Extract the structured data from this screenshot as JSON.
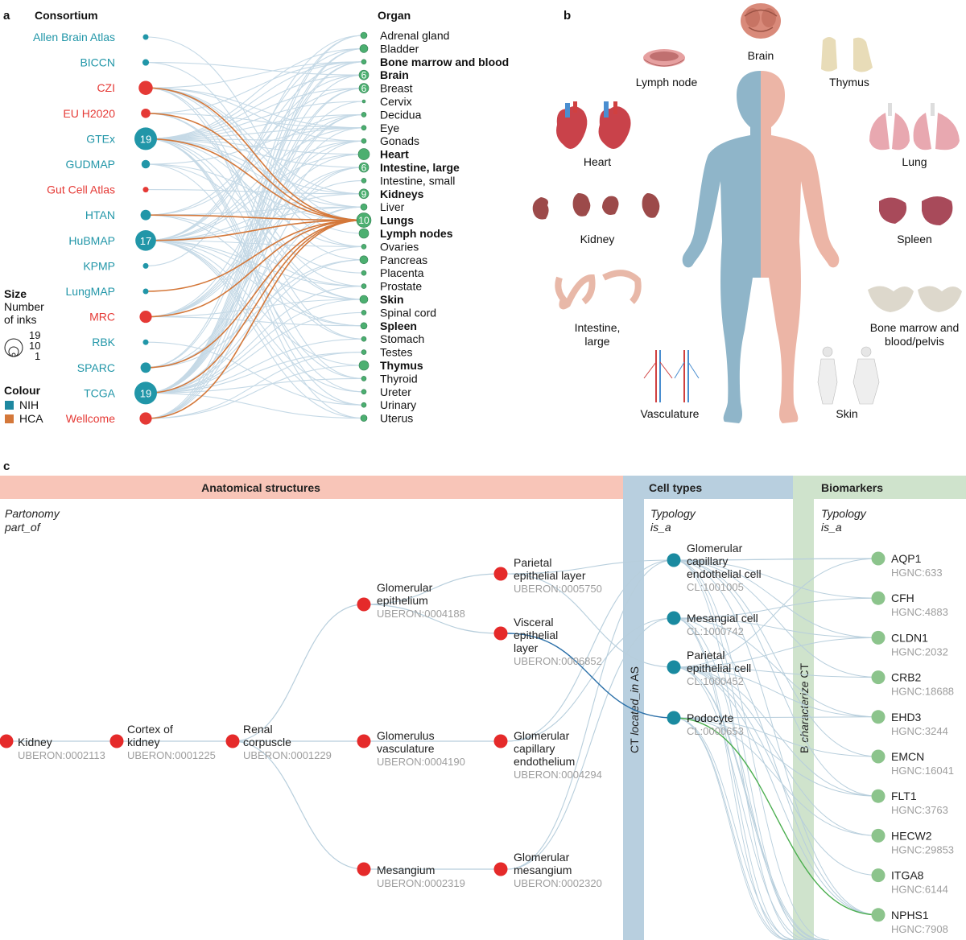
{
  "panel_labels": {
    "a": "a",
    "b": "b",
    "c": "c"
  },
  "panel_a": {
    "consortium_header": "Consortium",
    "organ_header": "Organ",
    "consortia": [
      {
        "name": "Allen Brain Atlas",
        "color": "#2196a8",
        "links": 1
      },
      {
        "name": "BICCN",
        "color": "#2196a8",
        "links": 2
      },
      {
        "name": "CZI",
        "color": "#e53935",
        "links": 10
      },
      {
        "name": "EU H2020",
        "color": "#e53935",
        "links": 5
      },
      {
        "name": "GTEx",
        "color": "#2196a8",
        "links": 19
      },
      {
        "name": "GUDMAP",
        "color": "#2196a8",
        "links": 4
      },
      {
        "name": "Gut Cell Atlas",
        "color": "#e53935",
        "links": 1
      },
      {
        "name": "HTAN",
        "color": "#2196a8",
        "links": 6
      },
      {
        "name": "HuBMAP",
        "color": "#2196a8",
        "links": 17
      },
      {
        "name": "KPMP",
        "color": "#2196a8",
        "links": 1
      },
      {
        "name": "LungMAP",
        "color": "#2196a8",
        "links": 1
      },
      {
        "name": "MRC",
        "color": "#e53935",
        "links": 8
      },
      {
        "name": "RBK",
        "color": "#2196a8",
        "links": 1
      },
      {
        "name": "SPARC",
        "color": "#2196a8",
        "links": 6
      },
      {
        "name": "TCGA",
        "color": "#2196a8",
        "links": 19
      },
      {
        "name": "Wellcome",
        "color": "#e53935",
        "links": 8
      }
    ],
    "consortium_node_labels": {
      "GTEx": "19",
      "HuBMAP": "17",
      "TCGA": "19"
    },
    "organs": [
      {
        "name": "Adrenal gland",
        "bold": false,
        "label": ""
      },
      {
        "name": "Bladder",
        "bold": false,
        "label": ""
      },
      {
        "name": "Bone marrow and blood",
        "bold": true,
        "label": ""
      },
      {
        "name": "Brain",
        "bold": true,
        "label": "6"
      },
      {
        "name": "Breast",
        "bold": false,
        "label": "6"
      },
      {
        "name": "Cervix",
        "bold": false,
        "label": ""
      },
      {
        "name": "Decidua",
        "bold": false,
        "label": ""
      },
      {
        "name": "Eye",
        "bold": false,
        "label": ""
      },
      {
        "name": "Gonads",
        "bold": false,
        "label": ""
      },
      {
        "name": "Heart",
        "bold": true,
        "label": ""
      },
      {
        "name": "Intestine, large",
        "bold": true,
        "label": "6"
      },
      {
        "name": "Intestine, small",
        "bold": false,
        "label": ""
      },
      {
        "name": "Kidneys",
        "bold": true,
        "label": "9"
      },
      {
        "name": "Liver",
        "bold": false,
        "label": ""
      },
      {
        "name": "Lungs",
        "bold": true,
        "label": "10"
      },
      {
        "name": "Lymph nodes",
        "bold": true,
        "label": ""
      },
      {
        "name": "Ovaries",
        "bold": false,
        "label": ""
      },
      {
        "name": "Pancreas",
        "bold": false,
        "label": ""
      },
      {
        "name": "Placenta",
        "bold": false,
        "label": ""
      },
      {
        "name": "Prostate",
        "bold": false,
        "label": ""
      },
      {
        "name": "Skin",
        "bold": true,
        "label": ""
      },
      {
        "name": "Spinal cord",
        "bold": false,
        "label": ""
      },
      {
        "name": "Spleen",
        "bold": true,
        "label": ""
      },
      {
        "name": "Stomach",
        "bold": false,
        "label": ""
      },
      {
        "name": "Testes",
        "bold": false,
        "label": ""
      },
      {
        "name": "Thymus",
        "bold": true,
        "label": ""
      },
      {
        "name": "Thyroid",
        "bold": false,
        "label": ""
      },
      {
        "name": "Ureter",
        "bold": false,
        "label": ""
      },
      {
        "name": "Urinary",
        "bold": false,
        "label": ""
      },
      {
        "name": "Uterus",
        "bold": false,
        "label": ""
      }
    ],
    "organ_sizes": [
      4,
      5,
      3,
      6,
      6,
      2,
      3,
      3,
      3,
      7,
      6,
      3,
      6,
      4,
      9,
      6,
      3,
      5,
      3,
      3,
      5,
      3,
      4,
      3,
      3,
      6,
      3,
      3,
      3,
      4
    ],
    "highlight_target": "Lungs",
    "highlight_sources": [
      "CZI",
      "EU H2020",
      "GTEx",
      "HTAN",
      "HuBMAP",
      "LungMAP",
      "MRC",
      "SPARC",
      "TCGA",
      "Wellcome"
    ],
    "legend": {
      "size_title": "Size",
      "size_sub1": "Number",
      "size_sub2": "of inks",
      "size_values": [
        "19",
        "10",
        "1"
      ],
      "colour_title": "Colour",
      "nih_label": "NIH",
      "hca_label": "HCA",
      "nih_color": "#1e88a0",
      "hca_color": "#d4783a"
    },
    "link_color": "#c5d9e6",
    "highlight_color": "#d4783a",
    "organ_color": "#4caf70"
  },
  "panel_b": {
    "labels": {
      "brain": "Brain",
      "lymph_node": "Lymph node",
      "thymus": "Thymus",
      "heart": "Heart",
      "lung": "Lung",
      "kidney": "Kidney",
      "spleen": "Spleen",
      "intestine1": "Intestine,",
      "intestine2": "large",
      "bone1": "Bone marrow and",
      "bone2": "blood/pelvis",
      "vasculature": "Vasculature",
      "skin": "Skin"
    },
    "body_left_color": "#8fb5c9",
    "body_right_color": "#ecb5a6"
  },
  "panel_c": {
    "headers": {
      "as": "Anatomical structures",
      "ct": "Cell types",
      "bm": "Biomarkers"
    },
    "header_colors": {
      "as": "#f8c5b8",
      "ct": "#b8cfdf",
      "bm": "#cfe3cc"
    },
    "partonomy1": "Partonomy",
    "partonomy2": "part_of",
    "typology1": "Typology",
    "typology2": "is_a",
    "ct_typology1": "Typology",
    "ct_typology2": "is_a",
    "ct_band_label_pre": "CT ",
    "ct_band_label_it": "located_in",
    "ct_band_label_post": " AS",
    "bm_band_label_pre": "B ",
    "bm_band_label_it": "characterize",
    "bm_band_label_post": " CT",
    "as_nodes": [
      {
        "id": "kidney",
        "lines": [
          "Kidney"
        ],
        "code": "UBERON:0002113"
      },
      {
        "id": "cortex",
        "lines": [
          "Cortex of",
          "kidney"
        ],
        "code": "UBERON:0001225"
      },
      {
        "id": "renal",
        "lines": [
          "Renal",
          "corpuscle"
        ],
        "code": "UBERON:0001229"
      },
      {
        "id": "glom_epi",
        "lines": [
          "Glomerular",
          "epithelium"
        ],
        "code": "UBERON:0004188"
      },
      {
        "id": "glom_vasc",
        "lines": [
          "Glomerulus",
          "vasculature"
        ],
        "code": "UBERON:0004190"
      },
      {
        "id": "mesangium",
        "lines": [
          "Mesangium"
        ],
        "code": "UBERON:0002319"
      },
      {
        "id": "parietal",
        "lines": [
          "Parietal",
          "epithelial layer"
        ],
        "code": "UBERON:0005750"
      },
      {
        "id": "visceral",
        "lines": [
          "Visceral",
          "epithelial",
          "layer"
        ],
        "code": "UBERON:0006852"
      },
      {
        "id": "glom_cap",
        "lines": [
          "Glomerular",
          "capillary",
          "endothelium"
        ],
        "code": "UBERON:0004294"
      },
      {
        "id": "glom_mes",
        "lines": [
          "Glomerular",
          "mesangium"
        ],
        "code": "UBERON:0002320"
      }
    ],
    "ct_nodes": [
      {
        "id": "gce",
        "lines": [
          "Glomerular",
          "capillary",
          "endothelial cell"
        ],
        "code": "CL:1001005"
      },
      {
        "id": "mes",
        "lines": [
          "Mesangial cell"
        ],
        "code": "CL:1000742"
      },
      {
        "id": "pec",
        "lines": [
          "Parietal",
          "epithelial cell"
        ],
        "code": "CL:1000452"
      },
      {
        "id": "pod",
        "lines": [
          "Podocyte"
        ],
        "code": "CL:0000653"
      }
    ],
    "bm_nodes": [
      {
        "name": "AQP1",
        "code": "HGNC:633"
      },
      {
        "name": "CFH",
        "code": "HGNC:4883"
      },
      {
        "name": "CLDN1",
        "code": "HGNC:2032"
      },
      {
        "name": "CRB2",
        "code": "HGNC:18688"
      },
      {
        "name": "EHD3",
        "code": "HGNC:3244"
      },
      {
        "name": "EMCN",
        "code": "HGNC:16041"
      },
      {
        "name": "FLT1",
        "code": "HGNC:3763"
      },
      {
        "name": "HECW2",
        "code": "HGNC:29853"
      },
      {
        "name": "ITGA8",
        "code": "HGNC:6144"
      },
      {
        "name": "NPHS1",
        "code": "HGNC:7908"
      }
    ],
    "as_color": "#e52a2a",
    "ct_color": "#1a8aa0",
    "bm_color": "#8cc48c",
    "code_color": "#9e9e9e",
    "edge_color": "#b7cedc",
    "highlight_as_ct": "#2a6fa8",
    "highlight_ct_bm": "#4caf50"
  }
}
